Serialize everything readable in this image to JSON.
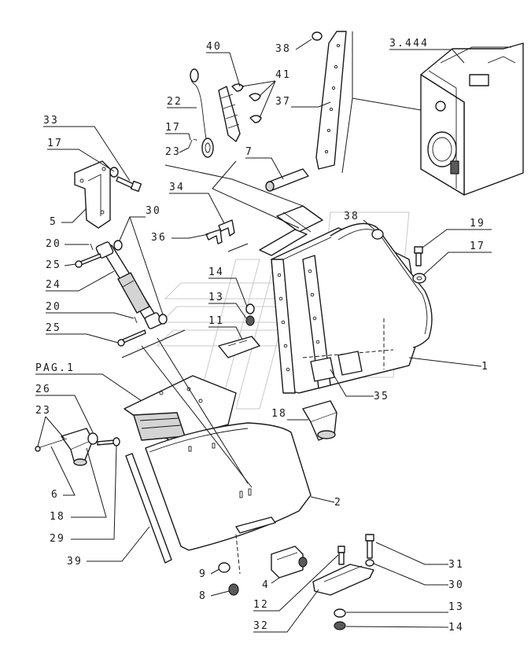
{
  "callouts": {
    "c40": "40",
    "c38a": "38",
    "c3444": "3.444",
    "c41": "41",
    "c22": "22",
    "c37": "37",
    "c33": "33",
    "c17a": "17",
    "c17b": "17",
    "c23a": "23",
    "c7": "7",
    "c34": "34",
    "c30a": "30",
    "c5": "5",
    "c20a": "20",
    "c36": "36",
    "c38b": "38",
    "c19": "19",
    "c17c": "17",
    "c25a": "25",
    "c24": "24",
    "c14a": "14",
    "c13a": "13",
    "c20b": "20",
    "c11": "11",
    "c25b": "25",
    "c1": "1",
    "cpag": "PAG.1",
    "c35": "35",
    "c26": "26",
    "c18a": "18",
    "c23b": "23",
    "c6": "6",
    "c18b": "18",
    "c2": "2",
    "c29": "29",
    "c39": "39",
    "c31": "31",
    "c9": "9",
    "c4": "4",
    "c30b": "30",
    "c8": "8",
    "c12": "12",
    "c13b": "13",
    "c32": "32",
    "c14b": "14"
  }
}
